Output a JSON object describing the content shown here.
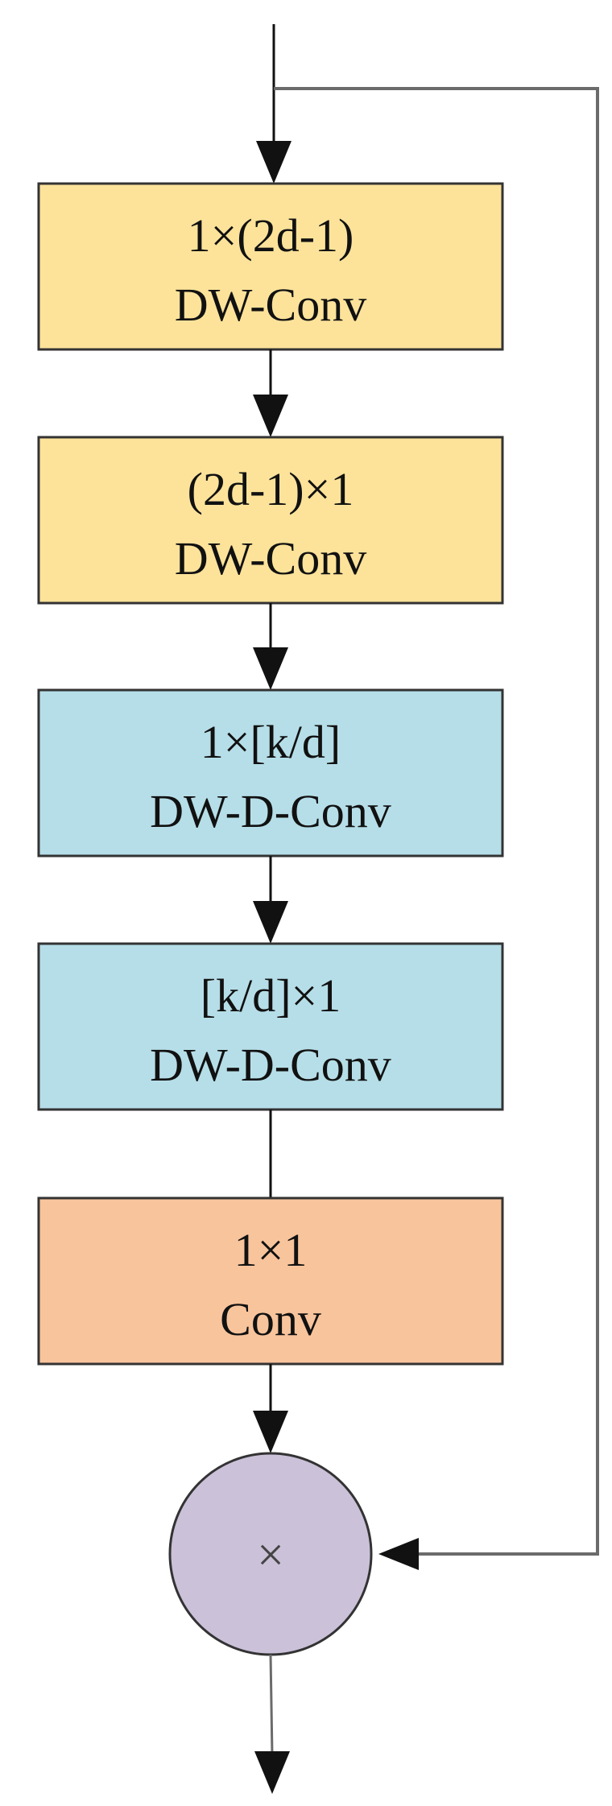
{
  "blocks": [
    {
      "line1": "1×(2d-1)",
      "line2": "DW-Conv",
      "color": "#FDE39A"
    },
    {
      "line1": "(2d-1)×1",
      "line2": "DW-Conv",
      "color": "#FDE39A"
    },
    {
      "line1": "1×[k/d]",
      "line2": "DW-D-Conv",
      "color": "#B6DEE8"
    },
    {
      "line1": "[k/d]×1",
      "line2": "DW-D-Conv",
      "color": "#B6DEE8"
    },
    {
      "line1": "1×1",
      "line2": "Conv",
      "color": "#F8C49C"
    }
  ],
  "multiply": {
    "symbol": "×",
    "color": "#CBC1D9"
  },
  "colors": {
    "stroke": "#333333",
    "arrow": "#111111",
    "skip_line": "#6b6b6b"
  }
}
